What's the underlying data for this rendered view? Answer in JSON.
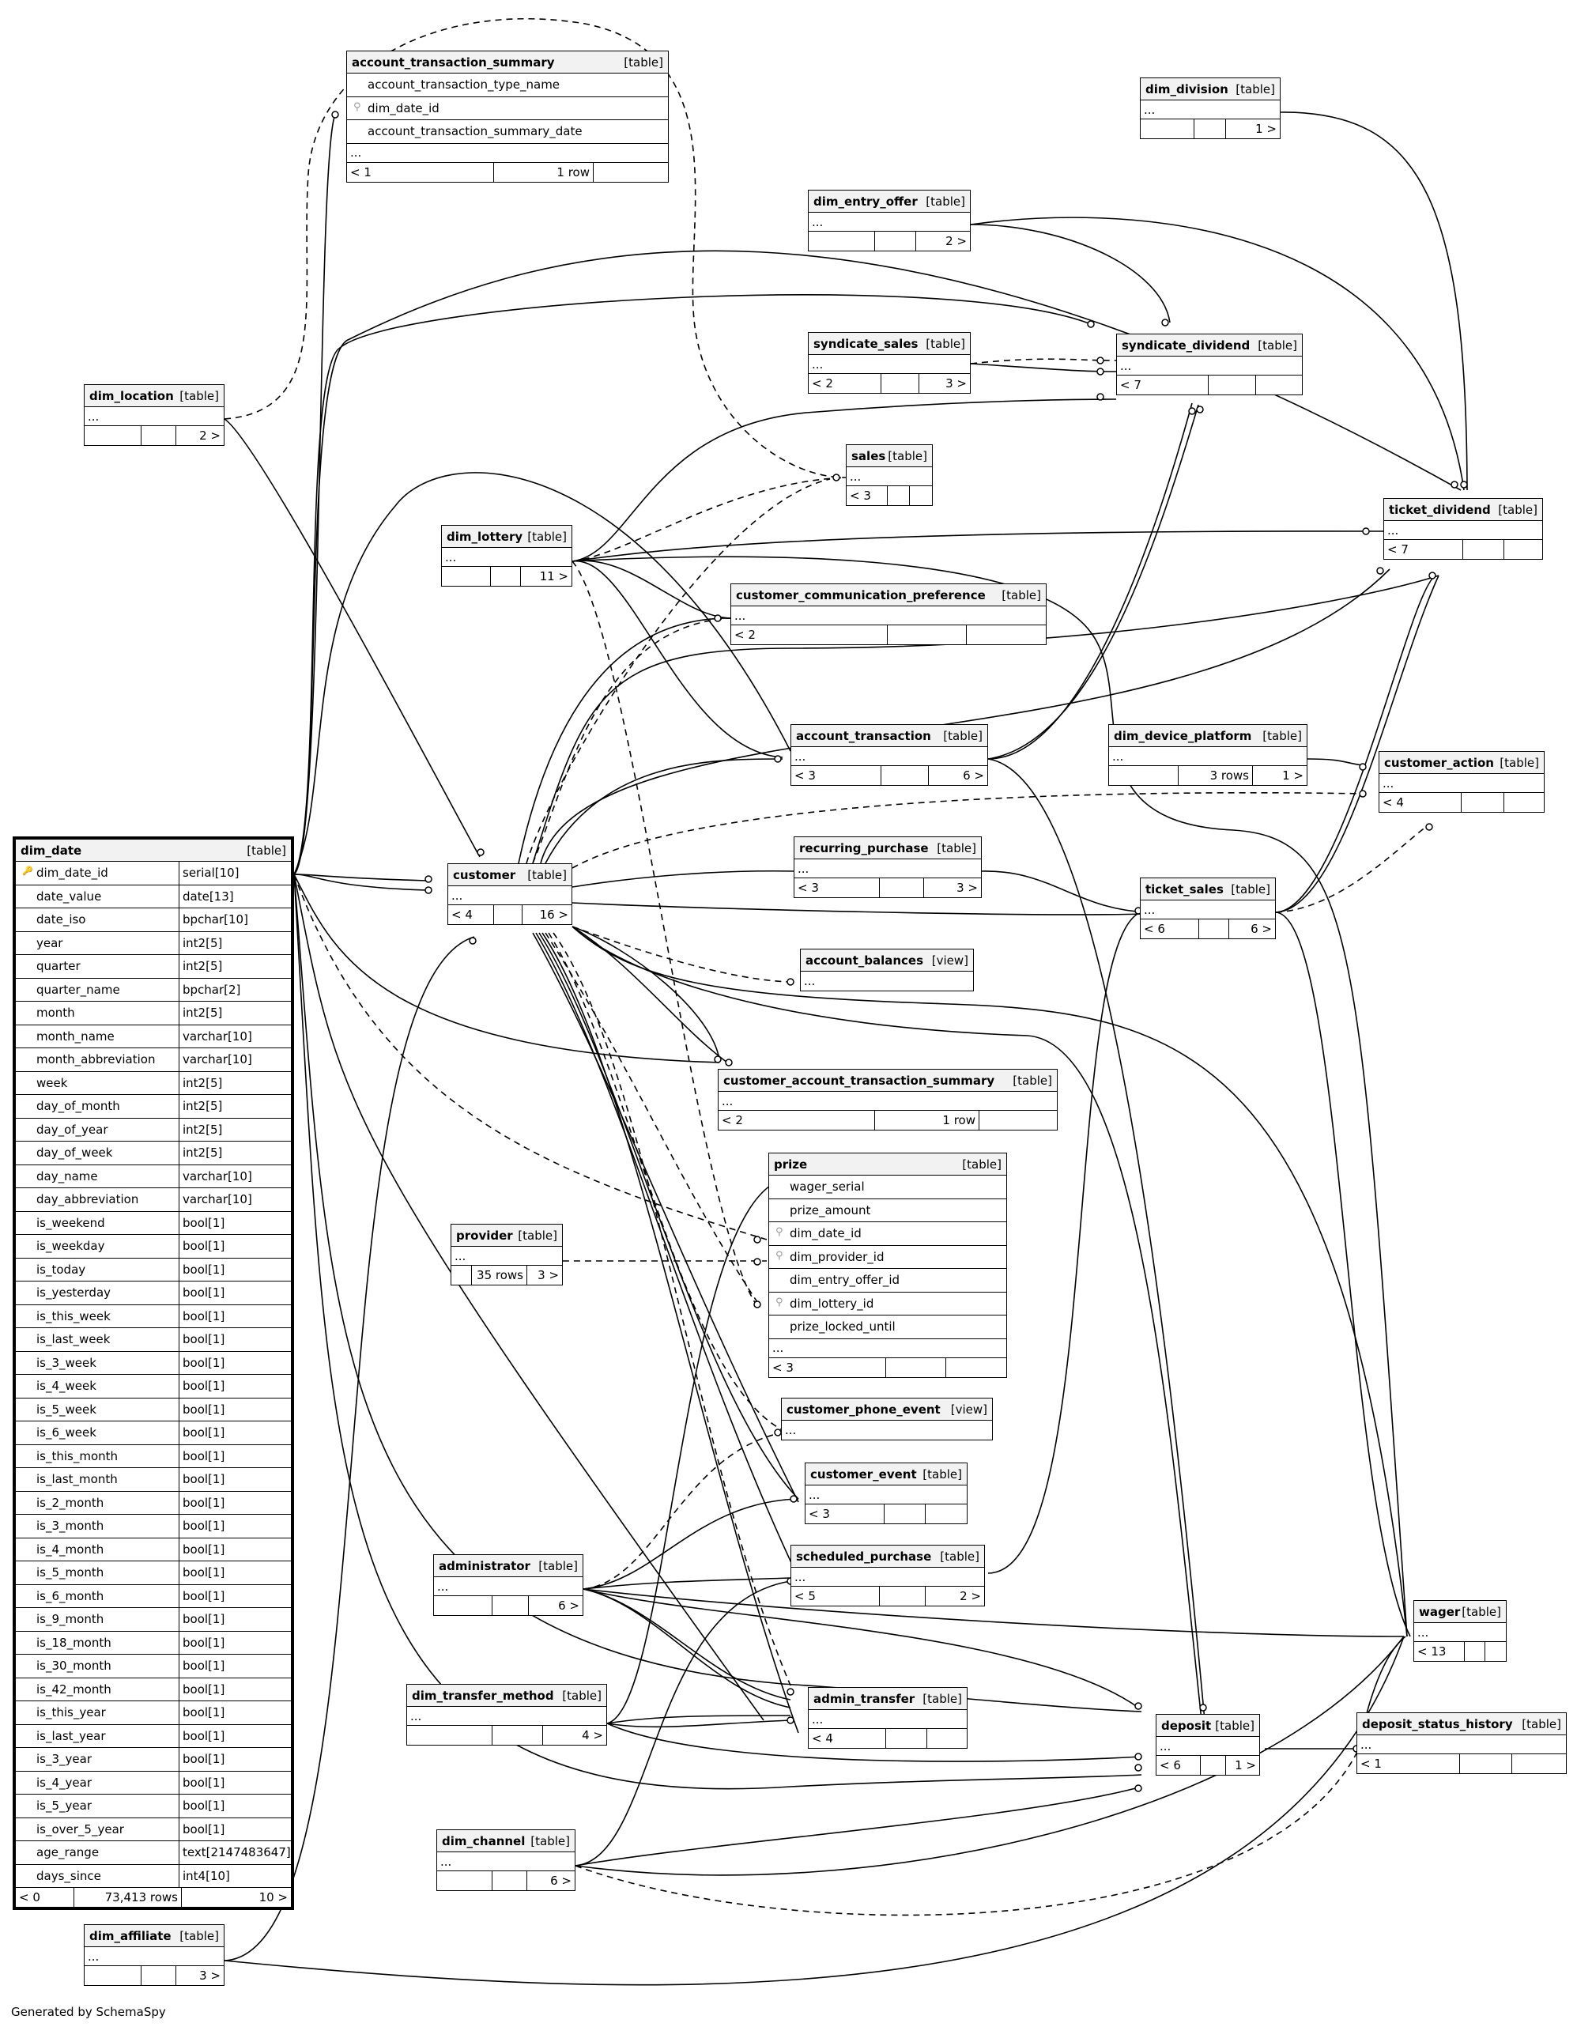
{
  "credit": "Generated by SchemaSpy",
  "tables": {
    "account_transaction_summary": {
      "name": "account_transaction_summary",
      "kind": "[table]",
      "columns": [
        "account_transaction_type_name",
        "dim_date_id",
        "account_transaction_summary_date"
      ],
      "ellipsis": "...",
      "foot": [
        "< 1",
        "1 row",
        ""
      ]
    },
    "dim_division": {
      "name": "dim_division",
      "kind": "[table]",
      "ellipsis": "...",
      "foot": [
        "",
        "",
        "1 >"
      ]
    },
    "dim_entry_offer": {
      "name": "dim_entry_offer",
      "kind": "[table]",
      "ellipsis": "...",
      "foot": [
        "",
        "",
        "2 >"
      ]
    },
    "syndicate_sales": {
      "name": "syndicate_sales",
      "kind": "[table]",
      "ellipsis": "...",
      "foot": [
        "< 2",
        "",
        "3 >"
      ]
    },
    "syndicate_dividend": {
      "name": "syndicate_dividend",
      "kind": "[table]",
      "ellipsis": "...",
      "foot": [
        "< 7",
        "",
        ""
      ]
    },
    "dim_location": {
      "name": "dim_location",
      "kind": "[table]",
      "ellipsis": "...",
      "foot": [
        "",
        "",
        "2 >"
      ]
    },
    "sales": {
      "name": "sales",
      "kind": "[table]",
      "ellipsis": "...",
      "foot": [
        "< 3",
        "",
        ""
      ]
    },
    "ticket_dividend": {
      "name": "ticket_dividend",
      "kind": "[table]",
      "ellipsis": "...",
      "foot": [
        "< 7",
        "",
        ""
      ]
    },
    "dim_lottery": {
      "name": "dim_lottery",
      "kind": "[table]",
      "ellipsis": "...",
      "foot": [
        "",
        "",
        "11 >"
      ]
    },
    "customer_communication_preference": {
      "name": "customer_communication_preference",
      "kind": "[table]",
      "ellipsis": "...",
      "foot": [
        "< 2",
        "",
        ""
      ]
    },
    "account_transaction": {
      "name": "account_transaction",
      "kind": "[table]",
      "ellipsis": "...",
      "foot": [
        "< 3",
        "",
        "6 >"
      ]
    },
    "dim_device_platform": {
      "name": "dim_device_platform",
      "kind": "[table]",
      "ellipsis": "...",
      "foot": [
        "",
        "3 rows",
        "1 >"
      ]
    },
    "customer_action": {
      "name": "customer_action",
      "kind": "[table]",
      "ellipsis": "...",
      "foot": [
        "< 4",
        "",
        ""
      ]
    },
    "dim_date": {
      "name": "dim_date",
      "kind": "[table]",
      "columns": [
        [
          "dim_date_id",
          "serial[10]"
        ],
        [
          "date_value",
          "date[13]"
        ],
        [
          "date_iso",
          "bpchar[10]"
        ],
        [
          "year",
          "int2[5]"
        ],
        [
          "quarter",
          "int2[5]"
        ],
        [
          "quarter_name",
          "bpchar[2]"
        ],
        [
          "month",
          "int2[5]"
        ],
        [
          "month_name",
          "varchar[10]"
        ],
        [
          "month_abbreviation",
          "varchar[10]"
        ],
        [
          "week",
          "int2[5]"
        ],
        [
          "day_of_month",
          "int2[5]"
        ],
        [
          "day_of_year",
          "int2[5]"
        ],
        [
          "day_of_week",
          "int2[5]"
        ],
        [
          "day_name",
          "varchar[10]"
        ],
        [
          "day_abbreviation",
          "varchar[10]"
        ],
        [
          "is_weekend",
          "bool[1]"
        ],
        [
          "is_weekday",
          "bool[1]"
        ],
        [
          "is_today",
          "bool[1]"
        ],
        [
          "is_yesterday",
          "bool[1]"
        ],
        [
          "is_this_week",
          "bool[1]"
        ],
        [
          "is_last_week",
          "bool[1]"
        ],
        [
          "is_3_week",
          "bool[1]"
        ],
        [
          "is_4_week",
          "bool[1]"
        ],
        [
          "is_5_week",
          "bool[1]"
        ],
        [
          "is_6_week",
          "bool[1]"
        ],
        [
          "is_this_month",
          "bool[1]"
        ],
        [
          "is_last_month",
          "bool[1]"
        ],
        [
          "is_2_month",
          "bool[1]"
        ],
        [
          "is_3_month",
          "bool[1]"
        ],
        [
          "is_4_month",
          "bool[1]"
        ],
        [
          "is_5_month",
          "bool[1]"
        ],
        [
          "is_6_month",
          "bool[1]"
        ],
        [
          "is_9_month",
          "bool[1]"
        ],
        [
          "is_18_month",
          "bool[1]"
        ],
        [
          "is_30_month",
          "bool[1]"
        ],
        [
          "is_42_month",
          "bool[1]"
        ],
        [
          "is_this_year",
          "bool[1]"
        ],
        [
          "is_last_year",
          "bool[1]"
        ],
        [
          "is_3_year",
          "bool[1]"
        ],
        [
          "is_4_year",
          "bool[1]"
        ],
        [
          "is_5_year",
          "bool[1]"
        ],
        [
          "is_over_5_year",
          "bool[1]"
        ],
        [
          "age_range",
          "text[2147483647]"
        ],
        [
          "days_since",
          "int4[10]"
        ]
      ],
      "foot": [
        "< 0",
        "73,413 rows",
        "10 >"
      ]
    },
    "customer": {
      "name": "customer",
      "kind": "[table]",
      "ellipsis": "...",
      "foot": [
        "< 4",
        "",
        "16 >"
      ]
    },
    "recurring_purchase": {
      "name": "recurring_purchase",
      "kind": "[table]",
      "ellipsis": "...",
      "foot": [
        "< 3",
        "",
        "3 >"
      ]
    },
    "ticket_sales": {
      "name": "ticket_sales",
      "kind": "[table]",
      "ellipsis": "...",
      "foot": [
        "< 6",
        "",
        "6 >"
      ]
    },
    "account_balances": {
      "name": "account_balances",
      "kind": "[view]",
      "ellipsis": "..."
    },
    "customer_account_transaction_summary": {
      "name": "customer_account_transaction_summary",
      "kind": "[table]",
      "ellipsis": "...",
      "foot": [
        "< 2",
        "1 row",
        ""
      ]
    },
    "prize": {
      "name": "prize",
      "kind": "[table]",
      "columns": [
        "wager_serial",
        "prize_amount",
        "dim_date_id",
        "dim_provider_id",
        "dim_entry_offer_id",
        "dim_lottery_id",
        "prize_locked_until"
      ],
      "ellipsis": "...",
      "foot": [
        "< 3",
        "",
        ""
      ]
    },
    "provider": {
      "name": "provider",
      "kind": "[table]",
      "ellipsis": "...",
      "foot": [
        "",
        "35 rows",
        "3 >"
      ]
    },
    "customer_phone_event": {
      "name": "customer_phone_event",
      "kind": "[view]",
      "ellipsis": "..."
    },
    "customer_event": {
      "name": "customer_event",
      "kind": "[table]",
      "ellipsis": "...",
      "foot": [
        "< 3",
        "",
        ""
      ]
    },
    "administrator": {
      "name": "administrator",
      "kind": "[table]",
      "ellipsis": "...",
      "foot": [
        "",
        "",
        "6 >"
      ]
    },
    "scheduled_purchase": {
      "name": "scheduled_purchase",
      "kind": "[table]",
      "ellipsis": "...",
      "foot": [
        "< 5",
        "",
        "2 >"
      ]
    },
    "wager": {
      "name": "wager",
      "kind": "[table]",
      "ellipsis": "...",
      "foot": [
        "< 13",
        "",
        ""
      ]
    },
    "dim_transfer_method": {
      "name": "dim_transfer_method",
      "kind": "[table]",
      "ellipsis": "...",
      "foot": [
        "",
        "",
        "4 >"
      ]
    },
    "admin_transfer": {
      "name": "admin_transfer",
      "kind": "[table]",
      "ellipsis": "...",
      "foot": [
        "< 4",
        "",
        ""
      ]
    },
    "deposit": {
      "name": "deposit",
      "kind": "[table]",
      "ellipsis": "...",
      "foot": [
        "< 6",
        "",
        "1 >"
      ]
    },
    "deposit_status_history": {
      "name": "deposit_status_history",
      "kind": "[table]",
      "ellipsis": "...",
      "foot": [
        "< 1",
        "",
        ""
      ]
    },
    "dim_channel": {
      "name": "dim_channel",
      "kind": "[table]",
      "ellipsis": "...",
      "foot": [
        "",
        "",
        "6 >"
      ]
    },
    "dim_affiliate": {
      "name": "dim_affiliate",
      "kind": "[table]",
      "ellipsis": "...",
      "foot": [
        "",
        "",
        "3 >"
      ]
    }
  }
}
